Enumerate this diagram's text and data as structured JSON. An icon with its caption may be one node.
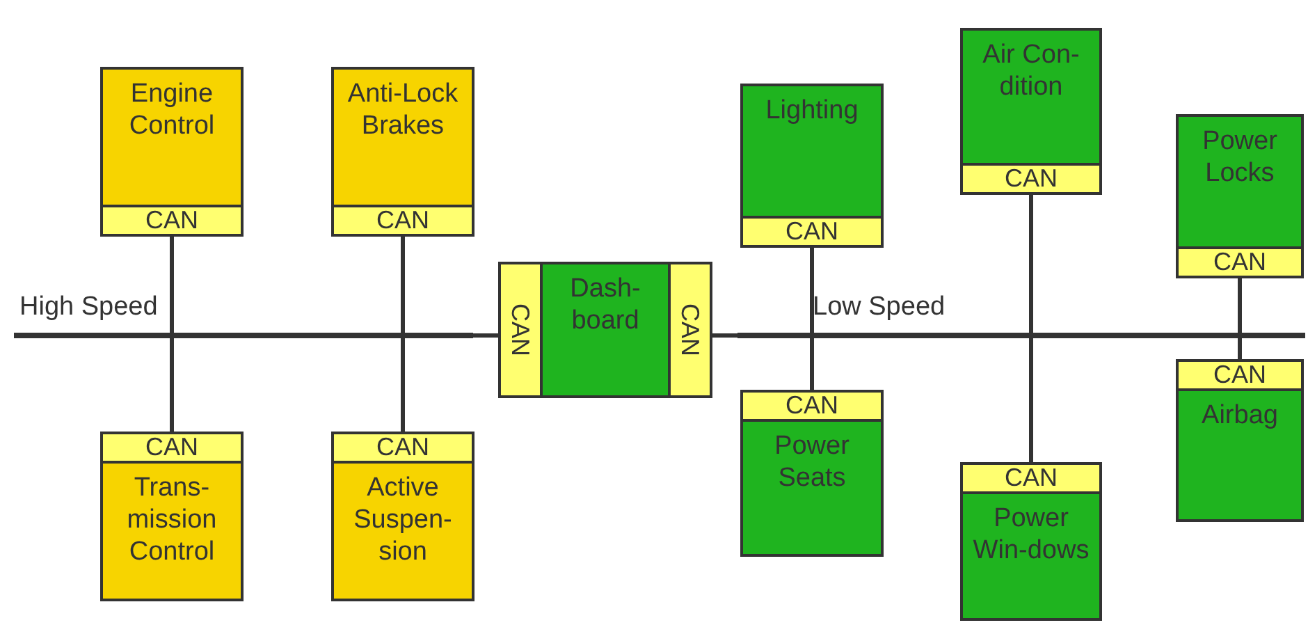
{
  "diagram": {
    "nodes": [
      {
        "text": [],
        "shape": "bar",
        "beside": [
          "High Speed"
        ]
      },
      {
        "text": [
          "Engine Control"
        ]
      },
      {
        "text": [
          "CAN"
        ],
        "in": 1
      },
      {
        "text": [
          "Anti-Lock Brakes"
        ]
      },
      {
        "text": [
          "CAN"
        ],
        "in": 3
      },
      {
        "text": [
          "Trans-mission Control"
        ]
      },
      {
        "text": [
          "CAN"
        ],
        "in": 5
      },
      {
        "text": [
          "Active Suspen-sion"
        ]
      },
      {
        "text": [
          "CAN"
        ],
        "in": 7
      },
      {
        "text": [
          "Dash-board"
        ]
      },
      {
        "text": [
          "CAN"
        ],
        "in": 9
      },
      {
        "text": [
          "CAN"
        ],
        "in": 9
      },
      {
        "text": [],
        "shape": "bar",
        "beside": [
          "Low Speed"
        ]
      },
      {
        "text": [
          "Lighting"
        ]
      },
      {
        "text": [
          "CAN"
        ],
        "in": 13
      },
      {
        "text": [
          "Air Con-dition"
        ]
      },
      {
        "text": [
          "CAN"
        ],
        "in": 15
      },
      {
        "text": [
          "Power Locks"
        ]
      },
      {
        "text": [
          "CAN"
        ],
        "in": 17
      },
      {
        "text": [
          "Power Seats"
        ]
      },
      {
        "text": [
          "CAN"
        ],
        "in": 19
      },
      {
        "text": [
          "Power Win-dows"
        ]
      },
      {
        "text": [
          "CAN"
        ],
        "in": 21
      },
      {
        "text": [
          "Airbag"
        ]
      },
      {
        "text": [
          "CAN"
        ],
        "in": 23
      }
    ],
    "edges": [
      {
        "from": 2,
        "to": 0,
        "arrow": "none"
      },
      {
        "from": 4,
        "to": 0,
        "arrow": "none"
      },
      {
        "from": 6,
        "to": 0,
        "arrow": "none"
      },
      {
        "from": 8,
        "to": 0,
        "arrow": "none"
      },
      {
        "from": 10,
        "to": 0,
        "arrow": "none"
      },
      {
        "from": 11,
        "to": 12,
        "arrow": "none"
      },
      {
        "from": 14,
        "to": 12,
        "arrow": "none"
      },
      {
        "from": 16,
        "to": 12,
        "arrow": "none"
      },
      {
        "from": 18,
        "to": 12,
        "arrow": "none"
      },
      {
        "from": 20,
        "to": 12,
        "arrow": "none"
      },
      {
        "from": 22,
        "to": 12,
        "arrow": "none"
      },
      {
        "from": 24,
        "to": 12,
        "arrow": "none"
      }
    ]
  }
}
